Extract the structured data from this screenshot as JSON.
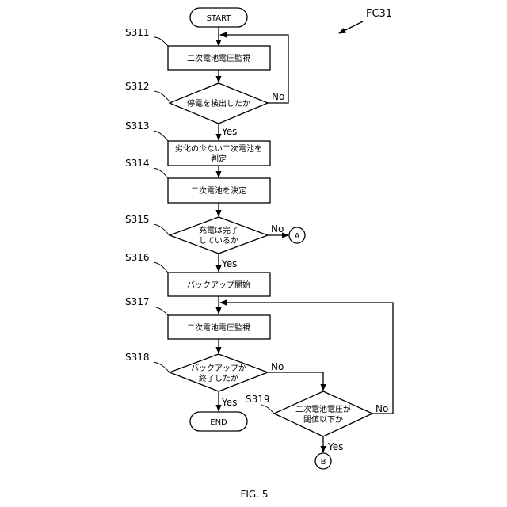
{
  "figure": {
    "ref_label": "FC31",
    "caption": "FIG. 5"
  },
  "nodes": {
    "start": "START",
    "s311": {
      "step": "S311",
      "text": "二次電池電圧監視"
    },
    "s312": {
      "step": "S312",
      "text": "停電を検出したか"
    },
    "s313": {
      "step": "S313",
      "line1": "劣化の少ない二次電池を",
      "line2": "判定"
    },
    "s314": {
      "step": "S314",
      "text": "二次電池を決定"
    },
    "s315": {
      "step": "S315",
      "line1": "充電は完了",
      "line2": "しているか"
    },
    "s316": {
      "step": "S316",
      "text": "バックアップ開始"
    },
    "s317": {
      "step": "S317",
      "text": "二次電池電圧監視"
    },
    "s318": {
      "step": "S318",
      "line1": "バックアップが",
      "line2": "終了したか"
    },
    "s319": {
      "step": "S319",
      "line1": "二次電池電圧が",
      "line2": "閾値以下か"
    },
    "end": "END",
    "connector_a": "A",
    "connector_b": "B"
  },
  "branches": {
    "s312_no": "No",
    "s312_yes": "Yes",
    "s315_no": "No",
    "s315_yes": "Yes",
    "s318_no": "No",
    "s318_yes": "Yes",
    "s319_no": "No",
    "s319_yes": "Yes"
  }
}
